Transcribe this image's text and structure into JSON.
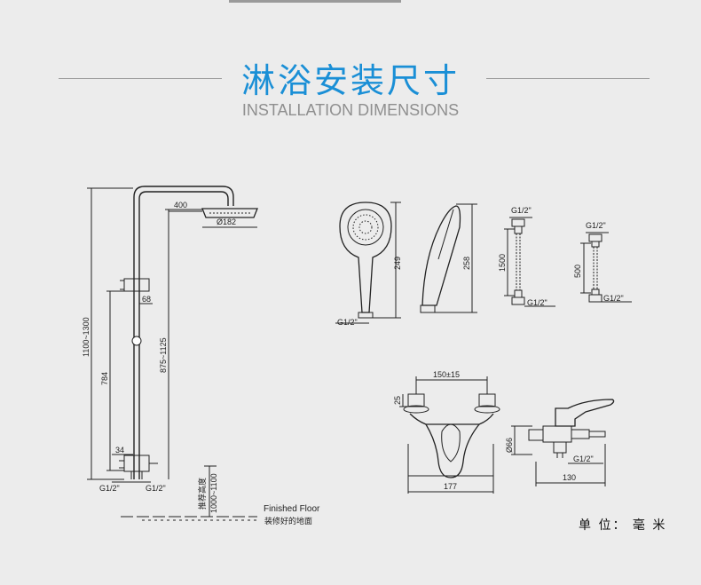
{
  "header": {
    "title_cn": "淋浴安装尺寸",
    "title_en": "INSTALLATION DIMENSIONS"
  },
  "shower_column": {
    "dim_arm": "400",
    "dim_head_dia": "Ø182",
    "dim_bracket": "68",
    "dim_total_height": "1100~1300",
    "dim_slide_height": "784",
    "dim_inner_height": "875~1125",
    "dim_bottom_offset": "34",
    "inlet_left": "G1/2\"",
    "inlet_right": "G1/2\"",
    "recommended_height_label": "推荐高度",
    "recommended_height": "1000~1100",
    "floor_label_en": "Finished Floor",
    "floor_label_cn": "装修好的地面"
  },
  "hand_shower": {
    "dim_front_height": "249",
    "dim_side_height": "258",
    "thread": "G1/2\""
  },
  "hose_long": {
    "thread_top": "G1/2\"",
    "length": "1500",
    "thread_bottom": "G1/2\""
  },
  "hose_short": {
    "thread_top": "G1/2\"",
    "length": "500",
    "thread_bottom": "G1/2\""
  },
  "mixer_front": {
    "dim_centers": "150±15",
    "dim_top": "25",
    "dim_width": "177"
  },
  "mixer_side": {
    "dim_height": "Ø66",
    "thread": "G1/2\"",
    "dim_depth": "130"
  },
  "unit_note": "单 位： 毫 米",
  "colors": {
    "title_blue": "#1a8fd6",
    "subtitle_gray": "#8f8f8f",
    "background": "#ececec",
    "line": "#222222"
  }
}
